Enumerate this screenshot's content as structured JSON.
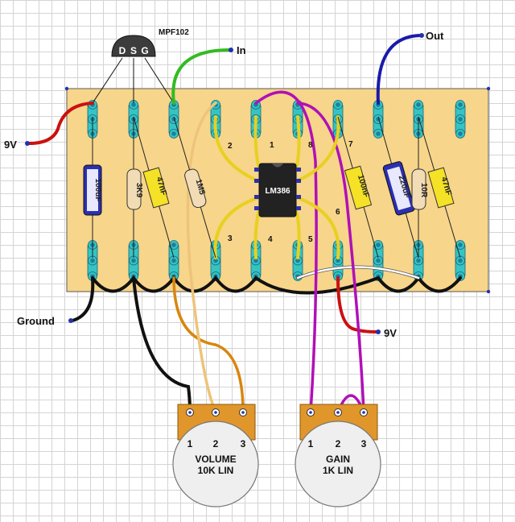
{
  "transistor": {
    "model": "MPF102",
    "pins": [
      "D",
      "S",
      "G"
    ]
  },
  "labels": {
    "input": "In",
    "output": "Out",
    "power_left": "9V",
    "ground": "Ground",
    "power_bottom": "9V"
  },
  "components": {
    "cap_100uF": "100uF",
    "res_3k9": "3K9",
    "cap_47nF_a": "47nF",
    "res_1m5": "1M5",
    "ic": "LM386",
    "cap_100nF": "100nF",
    "cap_220uF": "220uF",
    "res_10r": "10R",
    "cap_47nF_b": "47nF"
  },
  "ic_pins": {
    "p1": "1",
    "p2": "2",
    "p3": "3",
    "p4": "4",
    "p5": "5",
    "p6": "6",
    "p7": "7",
    "p8": "8"
  },
  "pots": {
    "volume": {
      "name": "VOLUME",
      "value": "10K LIN",
      "pins": [
        "1",
        "2",
        "3"
      ]
    },
    "gain": {
      "name": "GAIN",
      "value": "1K LIN",
      "pins": [
        "1",
        "2",
        "3"
      ]
    }
  },
  "colors": {
    "board": "#f7d58a",
    "strip": "#35c4c4",
    "eyelet": "#1d7f9b",
    "red_wire": "#cc1010",
    "green_wire": "#33bb22",
    "blue_wire": "#1a1aaa",
    "black_wire": "#111111",
    "orange_wire": "#d8860f",
    "tan_wire": "#eec47a",
    "purple_wire": "#b010b8",
    "yellow_wire": "#e8d020"
  }
}
